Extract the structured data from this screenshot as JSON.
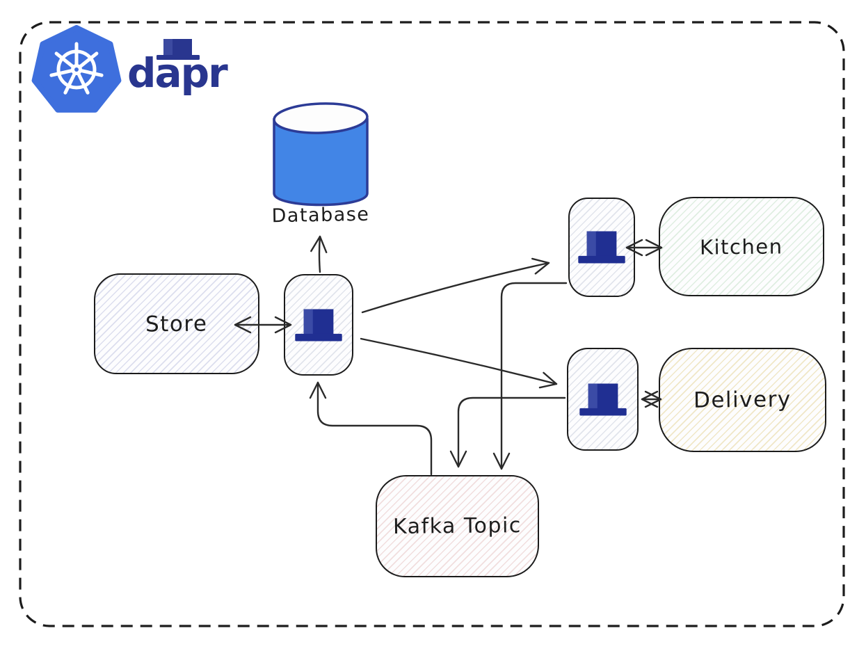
{
  "canvas": {
    "background": "#ffffff",
    "border_color": "#1c1c1c",
    "arrow_color": "#2a2a2a"
  },
  "logos": {
    "kubernetes": {
      "icon": "kubernetes-helm-wheel-icon",
      "color": "#3e6fdd"
    },
    "dapr": {
      "wordmark": "dapr",
      "color": "#29368f",
      "icon": "dapr-hat-icon"
    }
  },
  "nodes": {
    "database": {
      "label": "Database",
      "shape": "cylinder",
      "fill": "#4285e6",
      "outline": "#2c3b96"
    },
    "store": {
      "label": "Store",
      "hatch_color": "#dcdeee"
    },
    "store_sidecar": {
      "type": "dapr-sidecar",
      "icon": "dapr-hat-icon",
      "hatch_color": "#e1e4ec",
      "hat_color": "#202f92"
    },
    "kitchen_sidecar": {
      "type": "dapr-sidecar",
      "icon": "dapr-hat-icon",
      "hatch_color": "#e1e4ec",
      "hat_color": "#202f92"
    },
    "kitchen": {
      "label": "Kitchen",
      "hatch_color": "#dfeee1"
    },
    "delivery_sidecar": {
      "type": "dapr-sidecar",
      "icon": "dapr-hat-icon",
      "hatch_color": "#e1e4ec",
      "hat_color": "#202f92"
    },
    "delivery": {
      "label": "Delivery",
      "hatch_color": "#f0e7c7"
    },
    "kafka_topic": {
      "label": "Kafka Topic",
      "hatch_color": "#f1dede"
    }
  },
  "edges": [
    {
      "from": "store_sidecar",
      "to": "database",
      "arrow": "one-way"
    },
    {
      "from": "store",
      "to": "store_sidecar",
      "arrow": "two-way"
    },
    {
      "from": "store_sidecar",
      "to": "kitchen_sidecar",
      "arrow": "one-way"
    },
    {
      "from": "store_sidecar",
      "to": "delivery_sidecar",
      "arrow": "one-way"
    },
    {
      "from": "kitchen_sidecar",
      "to": "kitchen",
      "arrow": "two-way"
    },
    {
      "from": "delivery_sidecar",
      "to": "delivery",
      "arrow": "two-way"
    },
    {
      "from": "kitchen_sidecar",
      "to": "kafka_topic",
      "arrow": "one-way"
    },
    {
      "from": "delivery_sidecar",
      "to": "kafka_topic",
      "arrow": "one-way"
    },
    {
      "from": "kafka_topic",
      "to": "store_sidecar",
      "arrow": "one-way"
    }
  ]
}
